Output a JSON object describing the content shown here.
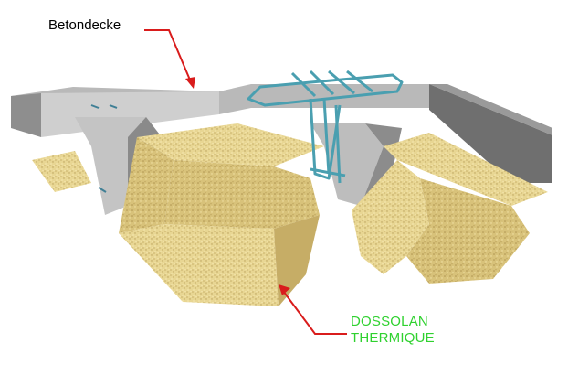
{
  "labels": {
    "concrete_slab": "Betondecke",
    "insulation_line1": "DOSSOLAN",
    "insulation_line2": "THERMIQUE"
  },
  "colors": {
    "background": "#ffffff",
    "concrete_top": "#b8b8b8",
    "concrete_front": "#cfcfcf",
    "concrete_side": "#7d7d7d",
    "concrete_dark": "#8c8c8c",
    "insulation_light": "#f1e4a6",
    "insulation_mid": "#dcc77c",
    "insulation_dark": "#c9b06a",
    "rebar": "#4a9fb0",
    "arrow": "#d91c1c",
    "insulation_text": "#2fd12f",
    "slab_text": "#000000"
  }
}
